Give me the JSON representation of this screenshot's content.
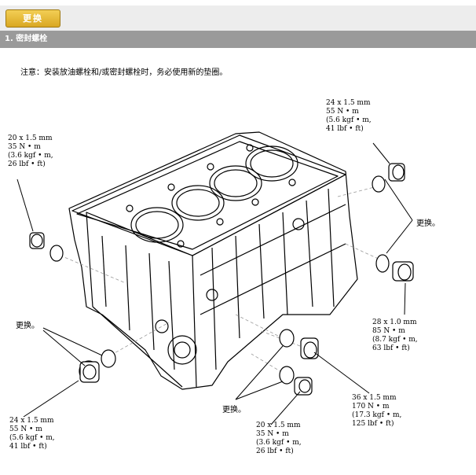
{
  "header": {
    "badge_label": "更换",
    "section_title": "1. 密封螺栓"
  },
  "note": "注意：安装放油螺栓和/或密封螺栓时，务必使用新的垫圈。",
  "diagram": {
    "callouts": [
      {
        "id": "top-right",
        "lines": [
          "24 x 1.5 mm",
          "55 N • m",
          "(5.6 kgf • m,",
          "41 lbf • ft)"
        ]
      },
      {
        "id": "top-left",
        "lines": [
          "20 x 1.5 mm",
          "35 N • m",
          "(3.6 kgf • m,",
          "26 lbf • ft)"
        ]
      },
      {
        "id": "right-middle",
        "lines": [
          "28 x 1.0 mm",
          "85 N • m",
          "(8.7 kgf • m,",
          "63 lbf • ft)"
        ]
      },
      {
        "id": "right-bottom",
        "lines": [
          "36 x 1.5 mm",
          "170 N • m",
          "(17.3 kgf • m,",
          "125 lbf • ft)"
        ]
      },
      {
        "id": "bottom-left",
        "lines": [
          "24 x 1.5 mm",
          "55 N • m",
          "(5.6 kgf • m,",
          "41 lbf • ft)"
        ]
      },
      {
        "id": "bottom-center",
        "lines": [
          "20 x 1.5 mm",
          "35 N • m",
          "(3.6 kgf • m,",
          "26 lbf • ft)"
        ]
      }
    ],
    "replace_labels": [
      "更换。",
      "更换。",
      "更换。"
    ]
  }
}
